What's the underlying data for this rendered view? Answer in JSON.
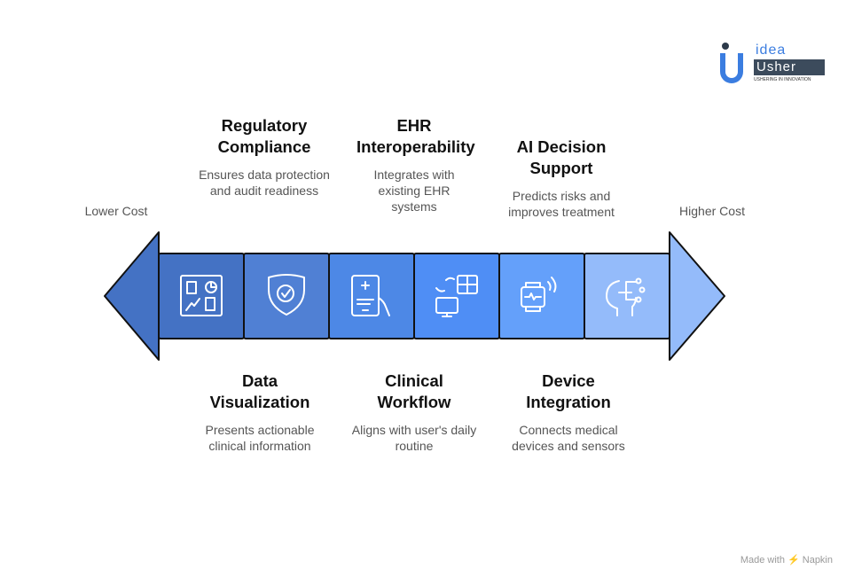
{
  "brand": {
    "logo_text_1": "idea",
    "logo_text_2": "Usher",
    "logo_tagline": "USHERING IN INNOVATION"
  },
  "scale": {
    "left": "Lower Cost",
    "right": "Higher Cost"
  },
  "stages": [
    {
      "title": "Data Visualization",
      "desc": "Presents actionable clinical information",
      "icon": "dashboard-icon",
      "color": "#4472c4"
    },
    {
      "title": "Regulatory Compliance",
      "desc": "Ensures data protection and audit readiness",
      "icon": "shield-check-icon",
      "color": "#5080d4"
    },
    {
      "title": "Clinical Workflow",
      "desc": "Aligns with user's daily routine",
      "icon": "tablet-medical-icon",
      "color": "#4d88e6"
    },
    {
      "title": "EHR Interoperability",
      "desc": "Integrates with existing EHR systems",
      "icon": "data-exchange-icon",
      "color": "#4f8ef5"
    },
    {
      "title": "Device Integration",
      "desc": "Connects medical devices and sensors",
      "icon": "smartwatch-icon",
      "color": "#64a0fa"
    },
    {
      "title": "AI Decision Support",
      "desc": "Predicts risks and improves treatment",
      "icon": "ai-head-icon",
      "color": "#94bbfa"
    }
  ],
  "arrow_colors": {
    "left": "#4472c4",
    "right": "#94bbfa"
  },
  "footer": "Made with ⚡ Napkin"
}
